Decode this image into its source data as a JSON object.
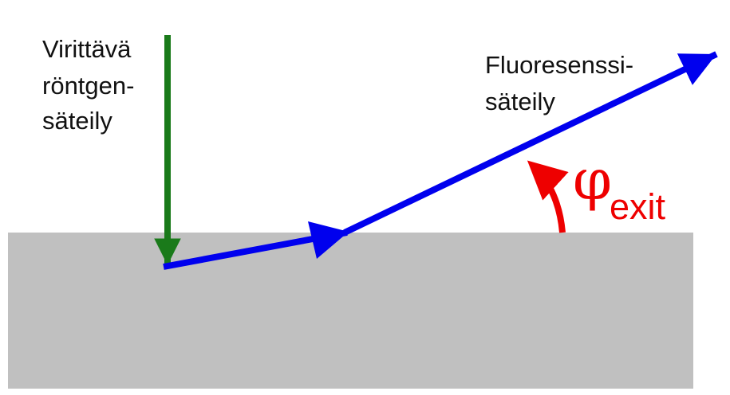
{
  "labels": {
    "incident": [
      "Virittävä",
      "röntgen-",
      "säteily"
    ],
    "fluorescence": [
      "Fluoresenssi-",
      "säteily"
    ],
    "angle_symbol": "φ",
    "angle_subscript": "exit"
  },
  "colors": {
    "sample": "#c0c0c0",
    "incident_ray": "#1a7a1a",
    "fluorescence_ray": "#0000ee",
    "angle_marker": "#ee0000",
    "text": "#111111"
  }
}
